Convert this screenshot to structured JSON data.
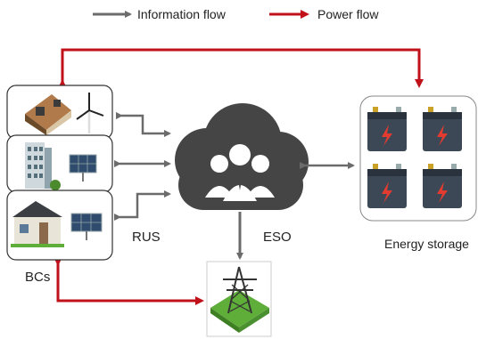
{
  "legend": {
    "information_flow": "Information flow",
    "power_flow": "Power flow"
  },
  "labels": {
    "rus": "RUS",
    "eso": "ESO",
    "bcs": "BCs",
    "energy_storage": "Energy storage"
  },
  "colors": {
    "information_arrow": "#6b6b6b",
    "power_arrow": "#c0101a",
    "cloud": "#454545",
    "battery_body": "#3c4855",
    "battery_bolt": "#e23b2f",
    "grass": "#5fae3a"
  },
  "icons": {
    "cloud": "cloud-users-icon",
    "storage": "battery-icon",
    "tower": "transmission-tower-icon",
    "house_wind": "house-wind-turbine-icon",
    "building_solar": "building-solar-panel-icon",
    "house_solar": "house-solar-panel-icon"
  }
}
